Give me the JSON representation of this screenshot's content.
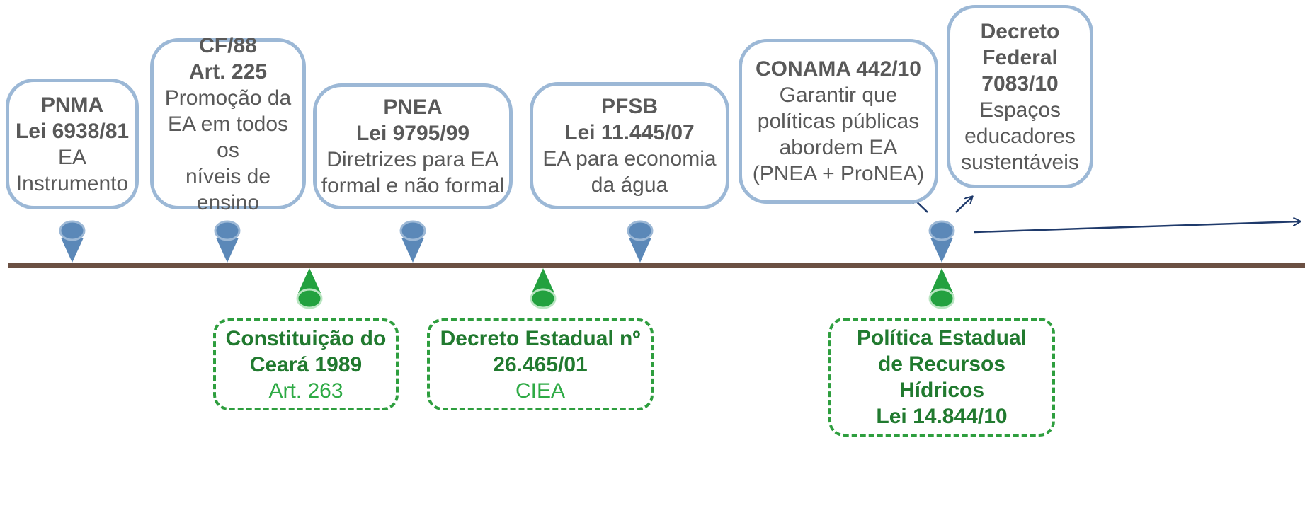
{
  "colors": {
    "timeline": "#6b5043",
    "federal_pin": "#5b88b8",
    "federal_pin_border": "#9cb8d6",
    "state_pin": "#23a13f",
    "state_pin_border": "#b9e5c1",
    "federal_text": "#595959",
    "state_title": "#217a2f",
    "state_sub": "#2eaa45",
    "arrow": "#1f3a6b"
  },
  "federal": [
    {
      "title": "PNMA",
      "subtitle": "Lei 6938/81",
      "desc": [
        "EA",
        "Instrumento"
      ]
    },
    {
      "title": "CF/88",
      "subtitle": "Art. 225",
      "desc": [
        "Promoção da",
        "EA em todos os",
        "níveis de ensino"
      ]
    },
    {
      "title": "PNEA",
      "subtitle": "Lei 9795/99",
      "desc": [
        "Diretrizes para EA",
        "formal e não formal"
      ]
    },
    {
      "title": "PFSB",
      "subtitle": "Lei 11.445/07",
      "desc": [
        "EA para economia",
        "da água"
      ]
    },
    {
      "title": "CONAMA 442/10",
      "subtitle": "",
      "desc": [
        "Garantir que",
        "políticas públicas",
        "abordem EA",
        "(PNEA + ProNEA)"
      ]
    },
    {
      "title": "Decreto",
      "subtitle": "Federal",
      "subtitle2": "7083/10",
      "desc": [
        "Espaços",
        "educadores",
        "sustentáveis"
      ]
    }
  ],
  "state": [
    {
      "title": [
        "Constituição do",
        "Ceará 1989"
      ],
      "sub": "Art. 263"
    },
    {
      "title": [
        "Decreto Estadual nº",
        "26.465/01"
      ],
      "sub": "CIEA"
    },
    {
      "title": [
        "Política Estadual",
        "de Recursos",
        "Hídricos",
        "Lei 14.844/10"
      ],
      "sub": ""
    }
  ]
}
